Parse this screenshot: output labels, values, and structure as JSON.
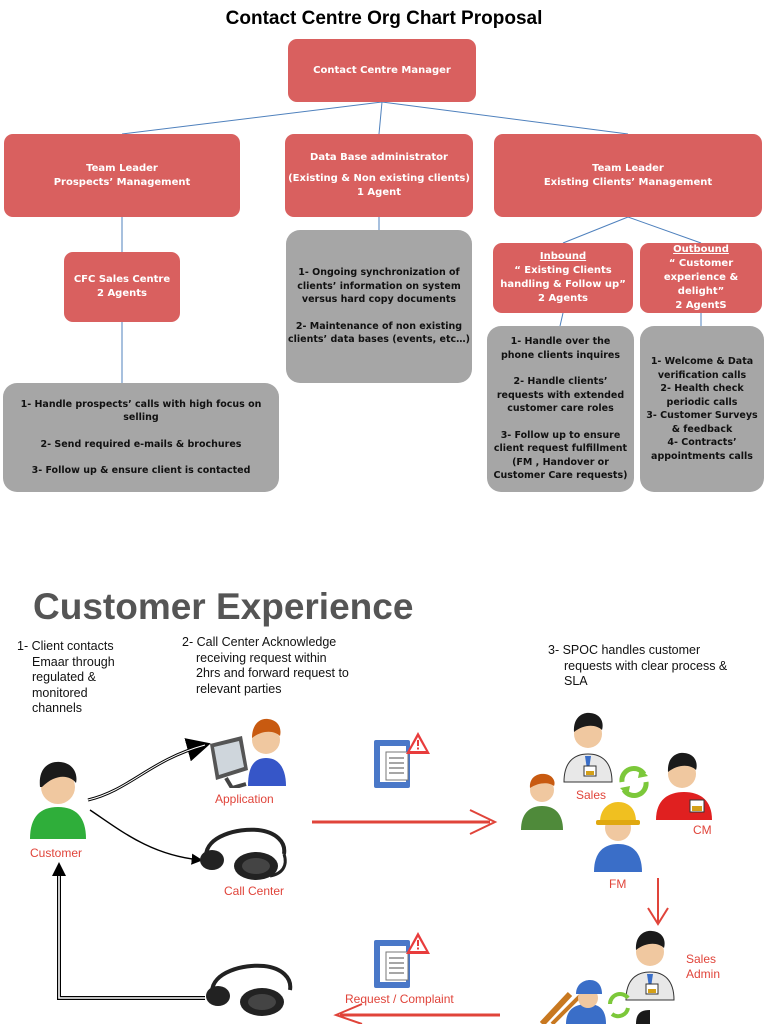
{
  "org_chart": {
    "title": "Contact Centre Org Chart Proposal",
    "manager": "Contact Centre Manager",
    "team_leader_prospects": [
      "Team Leader",
      "Prospects’ Management"
    ],
    "db_admin": [
      "Data Base administrator",
      "(Existing & Non existing clients)",
      "1 Agent"
    ],
    "team_leader_existing": [
      "Team Leader",
      "Existing Clients’ Management"
    ],
    "cfc_sales": [
      "CFC Sales Centre",
      "2 Agents"
    ],
    "inbound": {
      "heading": "Inbound",
      "lines": [
        "“ Existing Clients",
        "handling & Follow up”",
        "2 Agents"
      ]
    },
    "outbound": {
      "heading": "Outbound",
      "lines": [
        "“ Customer",
        "experience &",
        "delight”",
        "2 AgentS"
      ]
    },
    "prospects_tasks": [
      "1- Handle prospects’  calls with high focus on selling",
      "2- Send required e-mails & brochures",
      "3- Follow up  & ensure client is contacted"
    ],
    "db_tasks": [
      "1- Ongoing synchronization of",
      "clients’ information on system",
      "versus hard copy documents",
      "2- Maintenance of  non existing",
      "clients’ data bases (events, etc…)"
    ],
    "inbound_tasks": [
      "1- Handle over the",
      "phone clients inquires",
      "2- Handle clients’",
      "requests with extended",
      "customer care roles",
      "3- Follow up  to ensure",
      "client request fulfillment",
      "(FM , Handover or",
      "Customer Care requests)"
    ],
    "outbound_tasks": [
      "1- Welcome & Data",
      "verification calls",
      "2- Health check",
      "periodic calls",
      "3-  Customer Surveys",
      "& feedback",
      "4- Contracts’",
      "appointments calls"
    ]
  },
  "customer_experience": {
    "title": "Customer Experience",
    "step1": [
      "1- Client contacts",
      "Emaar through",
      "regulated &",
      "monitored",
      "channels"
    ],
    "step2": [
      "2- Call Center Acknowledge",
      "receiving request within",
      "2hrs and forward request to",
      "relevant parties"
    ],
    "step3": [
      "3- SPOC handles customer",
      "requests with clear process &",
      "SLA"
    ],
    "labels": {
      "customer": "Customer",
      "application": "Application",
      "call_center": "Call Center",
      "sales": "Sales",
      "cm": "CM",
      "fm": "FM",
      "sales_admin": [
        "Sales",
        "Admin"
      ],
      "request_complaint": "Request / Complaint"
    }
  },
  "colors": {
    "box_red": "#d9605f",
    "box_gray": "#a6a6a6",
    "connector": "#4f81bd",
    "arrow_red": "#e0443a",
    "label_red": "#e0443a"
  }
}
